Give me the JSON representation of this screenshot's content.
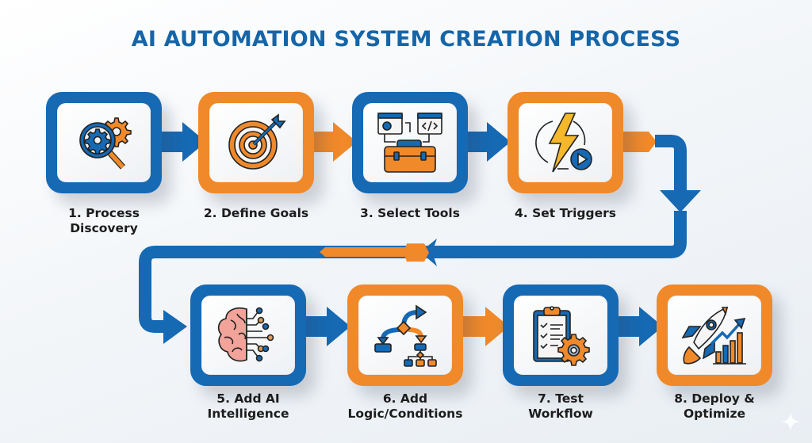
{
  "title": "AI AUTOMATION SYSTEM CREATION PROCESS",
  "colors": {
    "blue": "#1669b3",
    "orange": "#f0892a",
    "title": "#1565a8"
  },
  "steps": [
    {
      "number": "1.",
      "line1": "1. Process",
      "line2": "Discovery",
      "icon": "magnifier-gear-icon",
      "color": "blue"
    },
    {
      "number": "2.",
      "line1": "2. Define Goals",
      "line2": "",
      "icon": "target-arrow-icon",
      "color": "orange"
    },
    {
      "number": "3.",
      "line1": "3. Select Tools",
      "line2": "",
      "icon": "toolbox-icon",
      "color": "blue"
    },
    {
      "number": "4.",
      "line1": "4. Set Triggers",
      "line2": "",
      "icon": "lightning-trigger-icon",
      "color": "orange"
    },
    {
      "number": "5.",
      "line1": "5. Add AI",
      "line2": "Intelligence",
      "icon": "brain-circuit-icon",
      "color": "blue"
    },
    {
      "number": "6.",
      "line1": "6. Add",
      "line2": "Logic/Conditions",
      "icon": "branching-logic-icon",
      "color": "orange"
    },
    {
      "number": "7.",
      "line1": "7. Test",
      "line2": "Workflow",
      "icon": "clipboard-gear-icon",
      "color": "blue"
    },
    {
      "number": "8.",
      "line1": "8. Deploy &",
      "line2": "Optimize",
      "icon": "rocket-growth-icon",
      "color": "orange"
    }
  ]
}
